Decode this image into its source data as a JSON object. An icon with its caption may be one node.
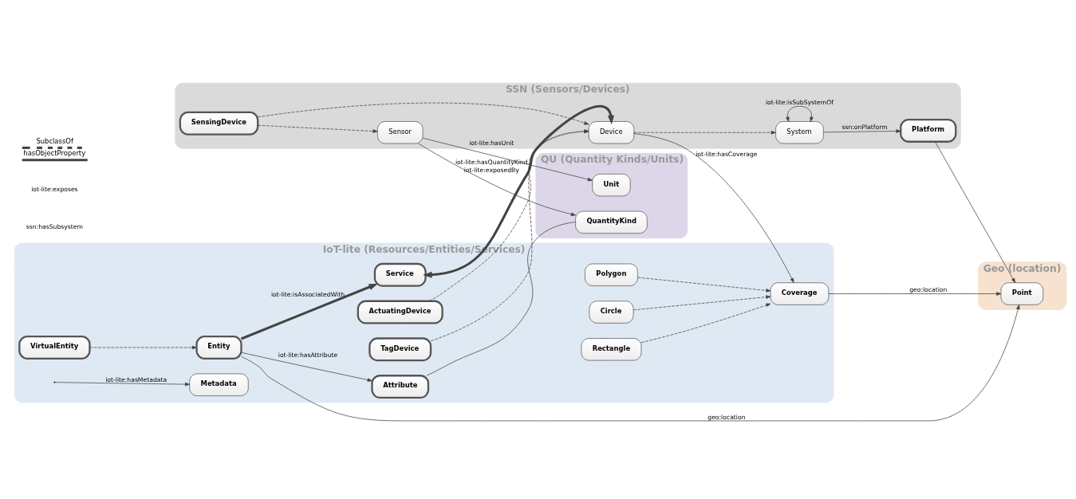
{
  "diagram": {
    "nodes": [
      {
        "text": [
          "Geo (location)"
        ]
      },
      {
        "text": [
          "Point"
        ],
        "in": 0
      },
      {
        "text": [
          "IoT-lite (Resources/Entities/Services)"
        ]
      },
      {
        "text": [
          "Entity"
        ],
        "in": 2
      },
      {
        "text": [
          "VirtualEntity"
        ],
        "in": 2
      },
      {
        "text": [
          "Service"
        ],
        "in": 2
      },
      {
        "text": [
          "Metadata"
        ],
        "in": 2
      },
      {
        "text": [
          "Attribute"
        ],
        "in": 2
      },
      {
        "text": [
          "Coverage"
        ],
        "in": 2
      },
      {
        "text": [
          "Polygon"
        ],
        "in": 2
      },
      {
        "text": [
          "Circle"
        ],
        "in": 2
      },
      {
        "text": [
          "Rectangle"
        ],
        "in": 2
      },
      {
        "text": [
          "ActuatingDevice"
        ],
        "in": 2
      },
      {
        "text": [
          "TagDevice"
        ],
        "in": 2
      },
      {
        "text": [
          "SSN (Sensors/Devices)"
        ]
      },
      {
        "text": [
          "System"
        ],
        "in": 14
      },
      {
        "text": [
          "Platform"
        ],
        "in": 14
      },
      {
        "text": [
          "Device"
        ],
        "in": 14
      },
      {
        "text": [
          "SensingDevice"
        ],
        "in": 14
      },
      {
        "text": [
          "Sensor"
        ],
        "in": 14
      },
      {
        "text": [
          "QU (Quantity Kinds/Units)"
        ]
      },
      {
        "text": [
          "QuantityKind"
        ],
        "in": 20
      },
      {
        "text": [
          "Unit"
        ],
        "in": 20
      }
    ],
    "edges": [
      {
        "from": 3,
        "to": 1,
        "arrow": "to",
        "label": "geo:location"
      },
      {
        "from": 16,
        "to": 1,
        "arrow": "to"
      },
      {
        "from": 8,
        "to": 1,
        "arrow": "to",
        "label": "geo:location"
      },
      {
        "from": 4,
        "to": 3,
        "arrow": "to",
        "style": "dashed"
      },
      {
        "from": 3,
        "to": 5,
        "arrow": "to",
        "label": "iot-lite:isAssociatedWith",
        "style": "thick"
      },
      {
        "from": 3,
        "to": 7,
        "arrow": "to",
        "label": "iot-lite:hasAttribute"
      },
      {
        "from": null,
        "to": 6,
        "arrow": "to",
        "label": "iot-lite:hasMetadata"
      },
      {
        "from": 5,
        "to": 17,
        "arrow": "both",
        "label": "iot-lite:exposedBy",
        "style": "thick"
      },
      {
        "from": 15,
        "to": 15,
        "arrow": "both",
        "label": "iot-lite:isSubSystemOf"
      },
      {
        "from": 15,
        "to": 16,
        "arrow": "to",
        "label": "ssn:onPlatform"
      },
      {
        "from": 17,
        "to": 15,
        "arrow": "to",
        "style": "dashed"
      },
      {
        "from": 17,
        "to": 8,
        "arrow": "to",
        "label": "iot-lite:hasCoverage"
      },
      {
        "from": 9,
        "to": 8,
        "arrow": "to",
        "style": "dashed"
      },
      {
        "from": 10,
        "to": 8,
        "arrow": "to",
        "style": "dashed"
      },
      {
        "from": 11,
        "to": 8,
        "arrow": "to",
        "style": "dashed"
      },
      {
        "from": 18,
        "to": 17,
        "arrow": "to",
        "style": "dashed"
      },
      {
        "from": 12,
        "to": 17,
        "arrow": "to",
        "style": "dashed"
      },
      {
        "from": 13,
        "to": 17,
        "arrow": "to",
        "style": "dashed"
      },
      {
        "from": 18,
        "to": 19,
        "arrow": "to",
        "style": "dashed"
      },
      {
        "from": 7,
        "to": 21,
        "arrow": "none"
      },
      {
        "from": 19,
        "to": 21,
        "arrow": "to",
        "label": "iot-lite:hasQuantityKind"
      },
      {
        "from": 19,
        "to": 22,
        "arrow": "to",
        "label": "iot-lite:hasUnit"
      }
    ],
    "labels": [
      "ssn:hasSubsystem",
      "iot-lite:exposes"
    ],
    "legend": [
      {
        "text": "SubclassOf"
      },
      {
        "text": "hasObjectProperty"
      }
    ]
  }
}
